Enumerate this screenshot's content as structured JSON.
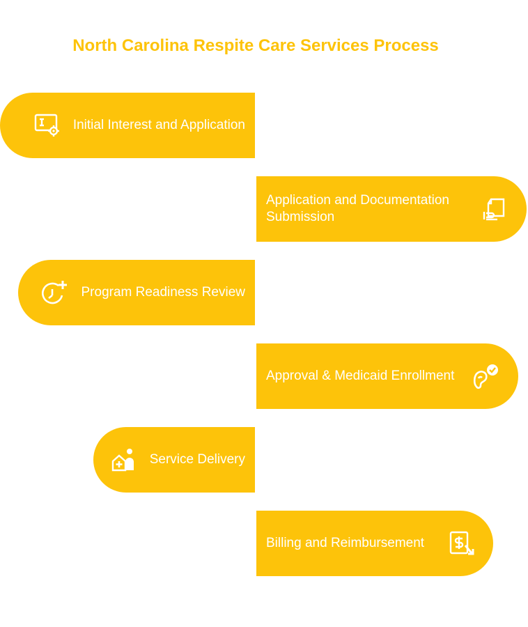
{
  "title": "North Carolina Respite Care Services Process",
  "steps": [
    {
      "label": "Initial Interest and Application",
      "icon": "form-settings-icon",
      "side": "left"
    },
    {
      "label": "Application and Documentation Submission",
      "icon": "document-hand-icon",
      "side": "right"
    },
    {
      "label": "Program Readiness Review",
      "icon": "timer-plus-icon",
      "side": "left"
    },
    {
      "label": "Approval & Medicaid Enrollment",
      "icon": "ear-check-icon",
      "side": "right"
    },
    {
      "label": "Service Delivery",
      "icon": "caregiver-home-icon",
      "side": "left"
    },
    {
      "label": "Billing and Reimbursement",
      "icon": "invoice-dollar-icon",
      "side": "right"
    }
  ],
  "colors": {
    "accent": "#FDC30A",
    "text": "#FFFFFF"
  }
}
